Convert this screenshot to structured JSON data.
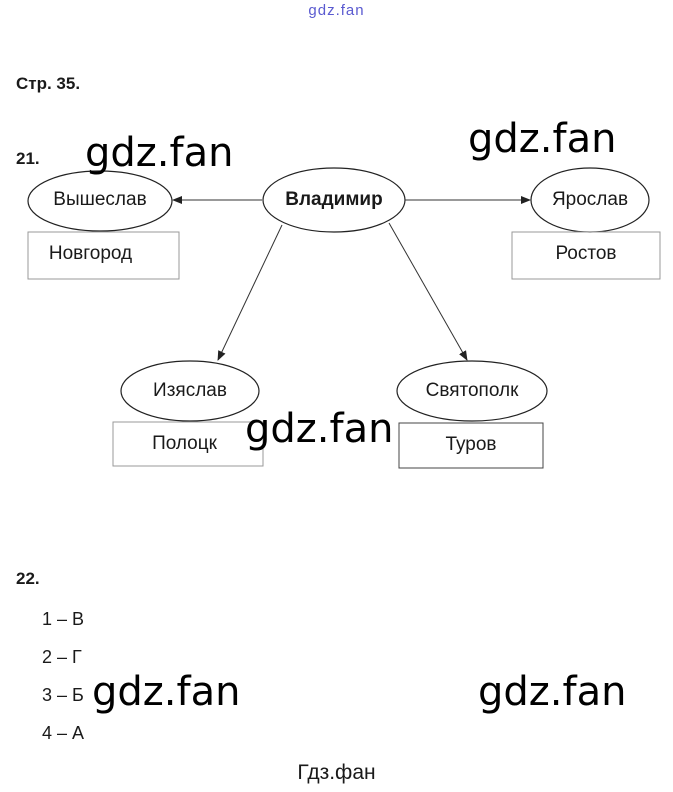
{
  "watermark_top": "gdz.fan",
  "watermark": "gdz.fan",
  "page_ref": "Стр. 35.",
  "task21": {
    "number": "21.",
    "center": "Владимир",
    "children": [
      {
        "name": "Вышеслав",
        "city": "Новгород"
      },
      {
        "name": "Ярослав",
        "city": "Ростов"
      },
      {
        "name": "Изяслав",
        "city": "Полоцк"
      },
      {
        "name": "Святополк",
        "city": "Туров"
      }
    ]
  },
  "task22": {
    "number": "22.",
    "answers": [
      "1 – В",
      "2 – Г",
      "3 – Б",
      "4 – А"
    ]
  },
  "footer": "Гдз.фан"
}
